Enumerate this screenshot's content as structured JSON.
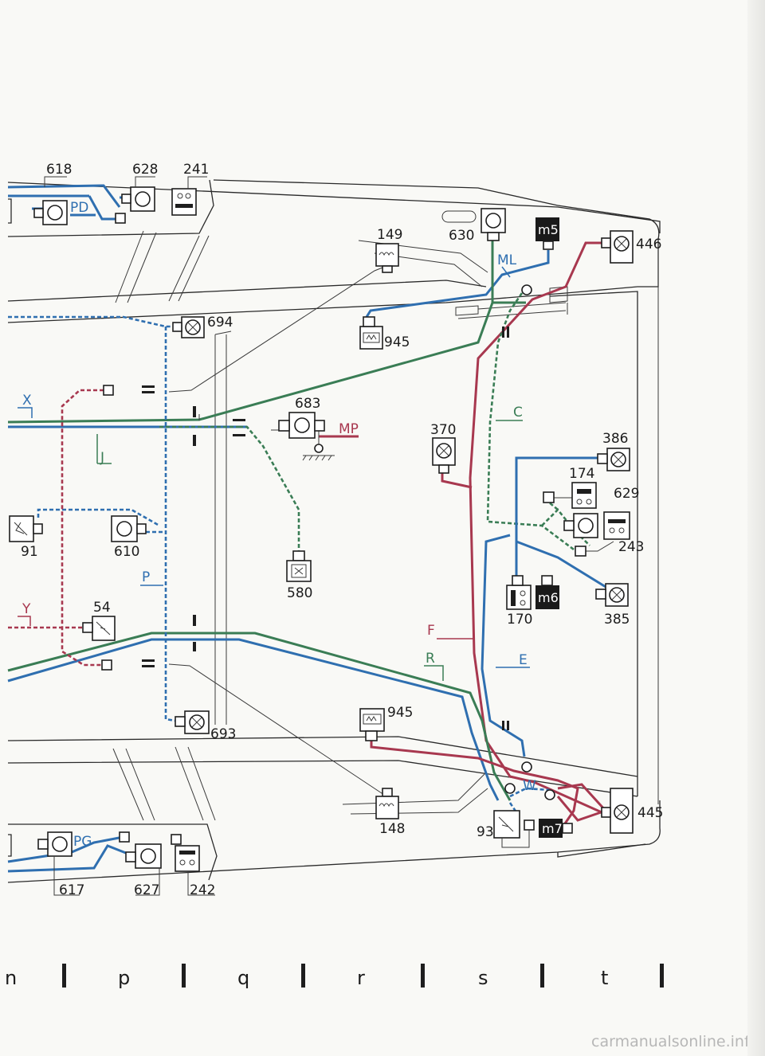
{
  "components": {
    "c618": "618",
    "c628": "628",
    "c241": "241",
    "c630": "630",
    "c149": "149",
    "c446": "446",
    "c694": "694",
    "c945a": "945",
    "c683": "683",
    "c370": "370",
    "c386": "386",
    "c174": "174",
    "c629": "629",
    "c243": "243",
    "c91": "91",
    "c610": "610",
    "c580": "580",
    "c54": "54",
    "c170": "170",
    "c385": "385",
    "c945b": "945",
    "c693": "693",
    "c148": "148",
    "c93": "93",
    "c445": "445",
    "c617": "617",
    "c627": "627",
    "c242": "242"
  },
  "black_modules": {
    "m5": "m5",
    "m6": "m6",
    "m7": "m7"
  },
  "harness_labels": {
    "PD": "PD",
    "ML": "ML",
    "X": "X",
    "J": "J",
    "MP": "MP",
    "C": "C",
    "P": "P",
    "Y": "Y",
    "F": "F",
    "R": "R",
    "E": "E",
    "W": "W",
    "PG": "PG"
  },
  "grid_columns": [
    "n",
    "p",
    "q",
    "r",
    "s",
    "t"
  ],
  "watermark": "carmanualsonline.info",
  "wire_colors": {
    "blue": "#2f6fb0",
    "red": "#a8384f",
    "green": "#3a7d55"
  }
}
